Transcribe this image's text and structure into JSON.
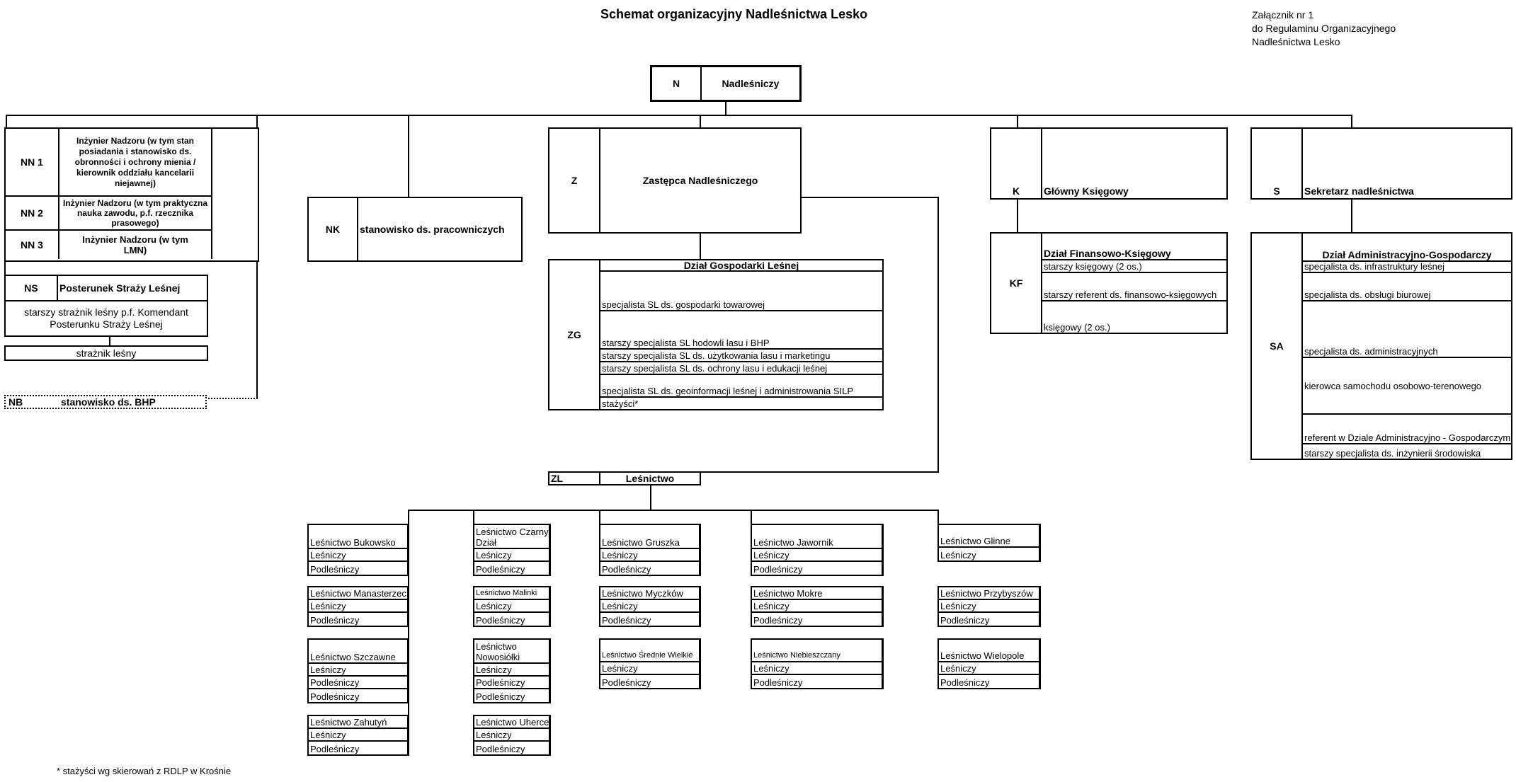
{
  "header": {
    "title": "Schemat organizacyjny Nadleśnictwa Lesko",
    "annex": [
      "Załącznik nr 1",
      "do Regulaminu Organizacyjnego",
      "Nadleśnictwa Lesko"
    ]
  },
  "top": {
    "code": "N",
    "label": "Nadleśniczy"
  },
  "left_column": {
    "nn1": {
      "code": "NN 1",
      "label": "Inżynier Nadzoru (w tym stan posiadania i stanowisko ds. obronności i ochrony mienia / kierownik oddziału kancelarii niejawnej)"
    },
    "nn2": {
      "code": "NN 2",
      "label": "Inżynier Nadzoru (w tym praktyczna nauka zawodu, p.f. rzecznika prasowego)"
    },
    "nn3": {
      "code": "NN 3",
      "label": "Inżynier Nadzoru (w tym LMN)"
    },
    "ns": {
      "code": "NS",
      "label": "Posterunek Straży Leśnej",
      "rows": [
        "starszy strażnik leśny p.f. Komendant Posterunku Straży Leśnej",
        "strażnik leśny"
      ]
    },
    "nb": {
      "code": "NB",
      "label": "stanowisko ds. BHP"
    }
  },
  "nk": {
    "code": "NK",
    "label": "stanowisko ds. pracowniczych"
  },
  "z": {
    "code": "Z",
    "label": "Zastępca Nadleśniczego"
  },
  "zg": {
    "code": "ZG",
    "title": "Dział Gospodarki Leśnej",
    "rows": [
      "specjalista SL ds. gospodarki towarowej",
      "starszy specjalista SL hodowli lasu i BHP",
      "starszy specjalista SL ds. użytkowania lasu i marketingu",
      "starszy specjalista SL ds. ochrony lasu i edukacji leśnej",
      "specjalista SL ds. geoinformacji leśnej i administrowania SILP",
      "stażyści*"
    ]
  },
  "k": {
    "code": "K",
    "label": "Główny Księgowy"
  },
  "kf": {
    "code": "KF",
    "title": "Dział Finansowo-Księgowy",
    "rows": [
      "starszy księgowy (2 os.)",
      "starszy referent ds. finansowo-księgowych",
      "księgowy (2 os.)"
    ]
  },
  "s": {
    "code": "S",
    "label": "Sekretarz nadleśnictwa"
  },
  "sa": {
    "code": "SA",
    "title": "Dział Administracyjno-Gospodarczy",
    "rows": [
      "specjalista ds. infrastruktury leśnej",
      "specjalista ds. obsługi biurowej",
      "specjalista ds. administracyjnych",
      "kierowca samochodu osobowo-terenowego",
      "referent w Dziale Administracyjno - Gospodarczym",
      "starszy specjalista ds. inżynierii środowiska"
    ]
  },
  "zl": {
    "code": "ZL",
    "label": "Leśnictwo"
  },
  "forestries": {
    "col1": [
      [
        "Leśnictwo Bukowsko",
        "Leśniczy",
        "Podleśniczy"
      ],
      [
        "Leśnictwo Manasterzec",
        "Leśniczy",
        "Podleśniczy"
      ],
      [
        "Leśnictwo Szczawne",
        "Leśniczy",
        "Podleśniczy",
        "Podleśniczy"
      ],
      [
        "Leśnictwo Zahutyń",
        "Leśniczy",
        "Podleśniczy"
      ]
    ],
    "col2": [
      [
        "Leśnictwo Czarny Dział",
        "Leśniczy",
        "Podleśniczy"
      ],
      [
        "Leśnictwo Malinki",
        "Leśniczy",
        "Podleśniczy"
      ],
      [
        "Leśnictwo Nowosiółki",
        "Leśniczy",
        "Podleśniczy",
        "Podleśniczy"
      ],
      [
        "Leśnictwo Uherce",
        "Leśniczy",
        "Podleśniczy"
      ]
    ],
    "col3": [
      [
        "Leśnictwo Gruszka",
        "Leśniczy",
        "Podleśniczy"
      ],
      [
        "Leśnictwo Myczków",
        "Leśniczy",
        "Podleśniczy"
      ],
      [
        "Leśnictwo Średnie Wielkie",
        "Leśniczy",
        "Podleśniczy"
      ]
    ],
    "col4": [
      [
        "Leśnictwo Jawornik",
        "Leśniczy",
        "Podleśniczy"
      ],
      [
        "Leśnictwo Mokre",
        "Leśniczy",
        "Podleśniczy"
      ],
      [
        "Leśnictwo Niebieszczany",
        "Leśniczy",
        "Podleśniczy"
      ]
    ],
    "col5": [
      [
        "Leśnictwo Glinne",
        "Leśniczy"
      ],
      [
        "Leśnictwo Przybyszów",
        "Leśniczy",
        "Podleśniczy"
      ],
      [
        "Leśnictwo Wielopole",
        "Leśniczy",
        "Podleśniczy"
      ]
    ]
  },
  "footnote": "* stażyści wg skierowań z RDLP w Krośnie"
}
